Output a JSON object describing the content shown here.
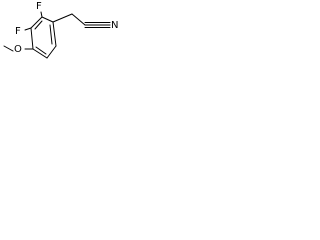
{
  "atoms": {
    "fluorine_top": "F",
    "fluorine_left": "F",
    "oxygen": "O",
    "nitrogen": "N"
  },
  "colors": {
    "bond": "#000000",
    "text": "#000000",
    "background": "#ffffff"
  }
}
